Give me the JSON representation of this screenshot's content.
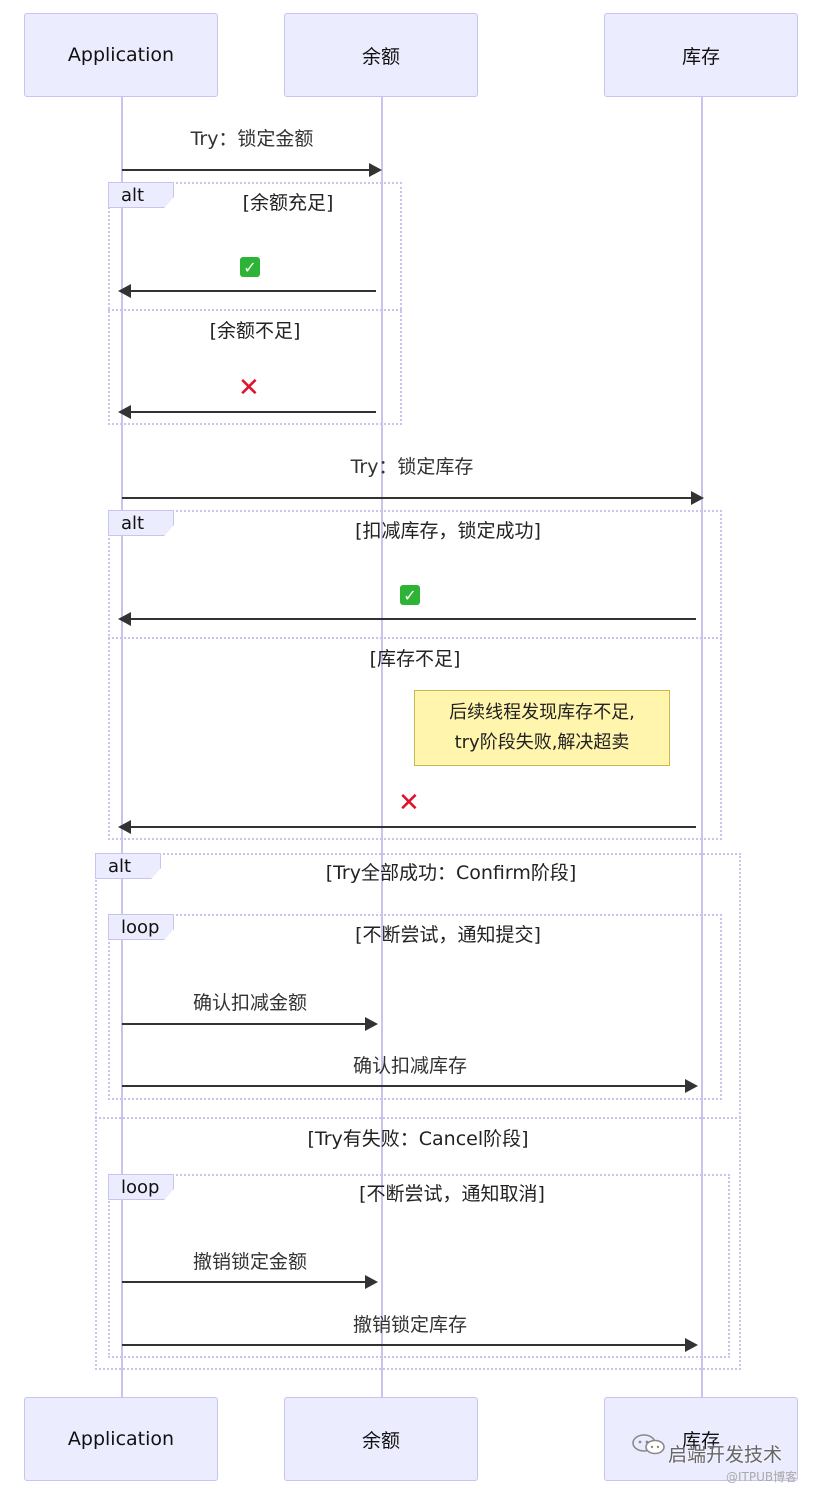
{
  "actors": {
    "application": "Application",
    "balance": "余额",
    "inventory": "库存"
  },
  "messages": {
    "try_lock_balance": "Try：锁定金额",
    "try_lock_inventory": "Try：锁定库存",
    "confirm_deduct_balance": "确认扣减金额",
    "confirm_deduct_inventory": "确认扣减库存",
    "cancel_lock_balance": "撤销锁定金额",
    "cancel_lock_inventory": "撤销锁定库存"
  },
  "fragments": {
    "alt_label": "alt",
    "loop_label": "loop",
    "alt1_cond1": "[余额充足]",
    "alt1_cond2": "[余额不足]",
    "alt2_cond1": "[扣减库存，锁定成功]",
    "alt2_cond2": "[库存不足]",
    "alt3_cond1": "[Try全部成功：Confirm阶段]",
    "loop1_cond": "[不断尝试，通知提交]",
    "alt3_cond2": "[Try有失败：Cancel阶段]",
    "loop2_cond": "[不断尝试，通知取消]"
  },
  "symbols": {
    "success": "✓",
    "failure": "✕"
  },
  "note": {
    "line1": "后续线程发现库存不足,",
    "line2": "try阶段失败,解决超卖"
  },
  "watermark": {
    "text": "启端开发技术",
    "sub": "@ITPUB博客"
  },
  "colors": {
    "actor_fill": "#ececff",
    "actor_border": "#c8c3f0",
    "note_fill": "#fff5ad",
    "success": "#2db436",
    "failure": "#e0112b"
  }
}
